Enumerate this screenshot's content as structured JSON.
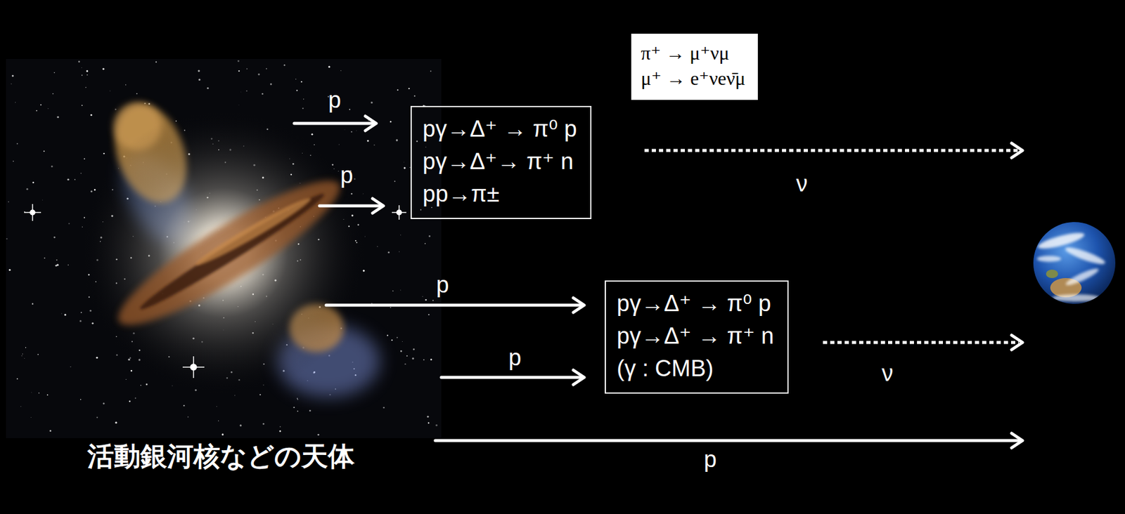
{
  "diagram": {
    "nodes": [
      {
        "text": [
          "π⁺ → μ⁺νμ",
          "μ⁺ → e⁺νeν̄μ"
        ]
      },
      {
        "text": [
          "pγ→Δ⁺ → π⁰ p",
          "pγ→Δ⁺→ π⁺ n",
          "pp→π±"
        ]
      },
      {
        "text": [
          "pγ→Δ⁺ → π⁰ p",
          "pγ→Δ⁺ → π⁺ n",
          "(γ : CMB)"
        ]
      }
    ],
    "labels": [
      "p",
      "p",
      "ν",
      "p",
      "p",
      "ν",
      "p",
      "活動銀河核などの天体"
    ]
  }
}
